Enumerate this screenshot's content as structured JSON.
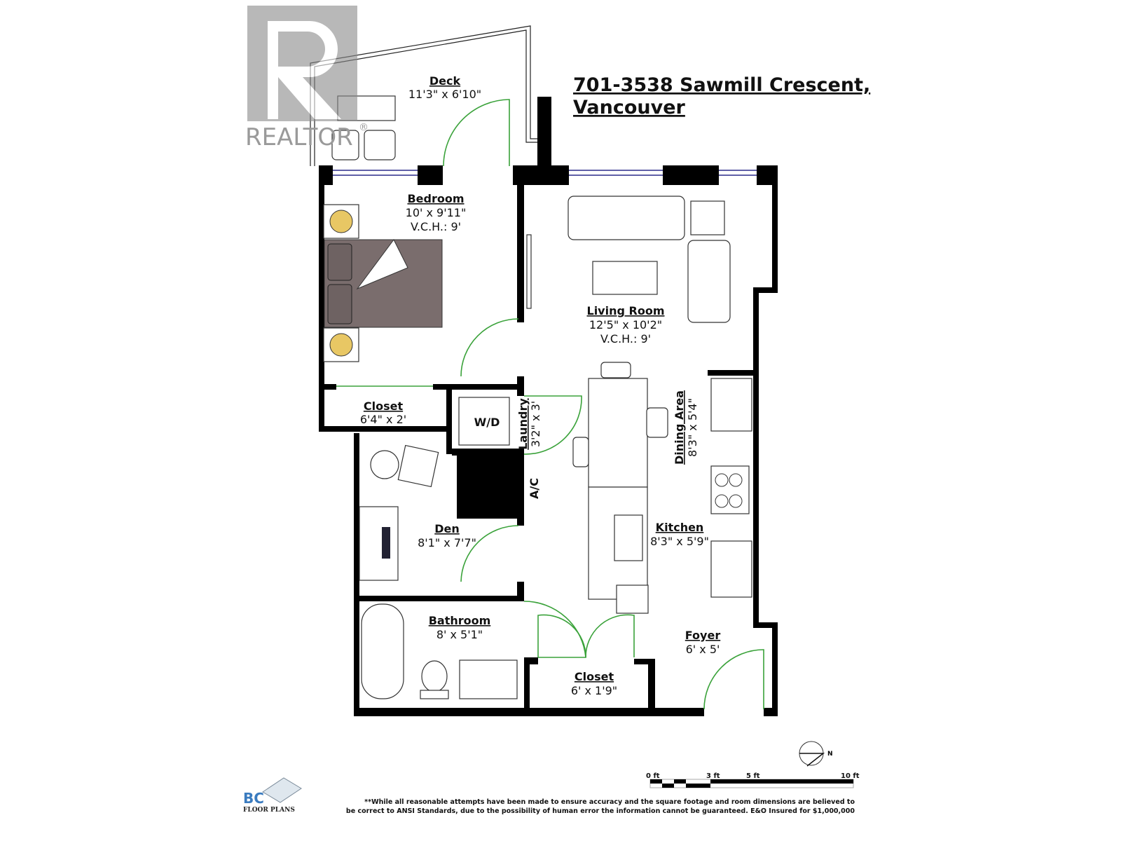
{
  "title": {
    "line1": "701-3538 Sawmill Crescent,",
    "line2": "Vancouver"
  },
  "watermark": {
    "text": "REALTOR",
    "mark": "®"
  },
  "rooms": [
    {
      "name": "Deck",
      "dims": "11'3\" x 6'10\""
    },
    {
      "name": "Bedroom",
      "dims": "10' x 9'11\"",
      "vch": "V.C.H.: 9'"
    },
    {
      "name": "Living Room",
      "dims": "12'5\" x 10'2\"",
      "vch": "V.C.H.: 9'"
    },
    {
      "name": "Closet",
      "dims": "6'4\" x 2'"
    },
    {
      "name": "Laundry",
      "dims": "3'2\" x 3'"
    },
    {
      "name": "Dining Area",
      "dims": "8'3\" x 5'4\""
    },
    {
      "name": "Den",
      "dims": "8'1\" x 7'7\""
    },
    {
      "name": "Kitchen",
      "dims": "8'3\" x 5'9\""
    },
    {
      "name": "Bathroom",
      "dims": "8' x 5'1\""
    },
    {
      "name": "Foyer",
      "dims": "6' x 5'"
    },
    {
      "name": "Closet",
      "dims": "6' x 1'9\""
    }
  ],
  "labels": {
    "wd": "W/D",
    "ac": "A/C"
  },
  "compass": {
    "north": "N"
  },
  "scale": {
    "ticks": [
      "0 ft",
      "3 ft",
      "5 ft",
      "10 ft"
    ]
  },
  "logo": {
    "bc": "BC",
    "sub": "FLOOR PLANS"
  },
  "disclaimer": {
    "line1": "**While all reasonable attempts have been made to ensure accuracy and the square footage and room dimensions are believed to",
    "line2": "be correct to ANSI Standards, due to the possibility of human error the information cannot be guaranteed. E&O Insured for $1,000,000"
  }
}
